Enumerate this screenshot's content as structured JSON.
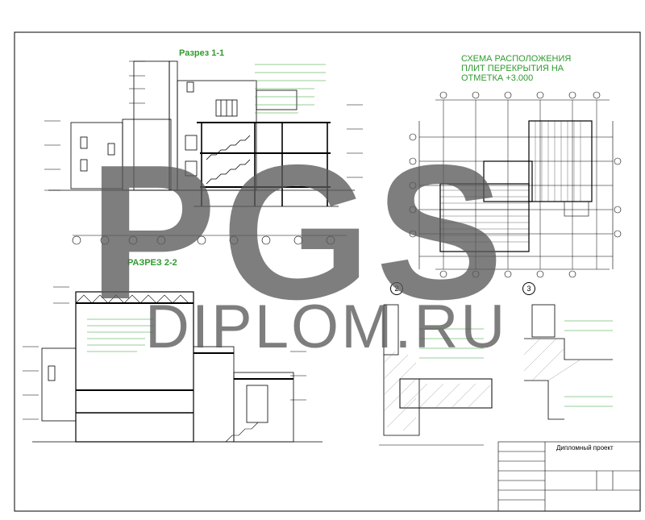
{
  "titles": {
    "section_1_1": "Разрез 1-1",
    "section_2_2": "РАЗРЕЗ 2-2",
    "plan_line1": "СХЕМА РАСПОЛОЖЕНИЯ",
    "plan_line2": "ПЛИТ ПЕРЕКРЫТИЯ НА",
    "plan_line3": "ОТМЕТКА +3.000"
  },
  "node_labels": {
    "node_2": "2",
    "node_3": "3"
  },
  "watermark": {
    "main": "PGS",
    "sub": "DIPLOM.RU"
  },
  "title_block": {
    "project_title": "Дипломный проект"
  },
  "colors": {
    "line": "#000000",
    "accent_green": "#2f9a2f",
    "watermark": "#5a5a5a",
    "hatch": "#888888"
  }
}
